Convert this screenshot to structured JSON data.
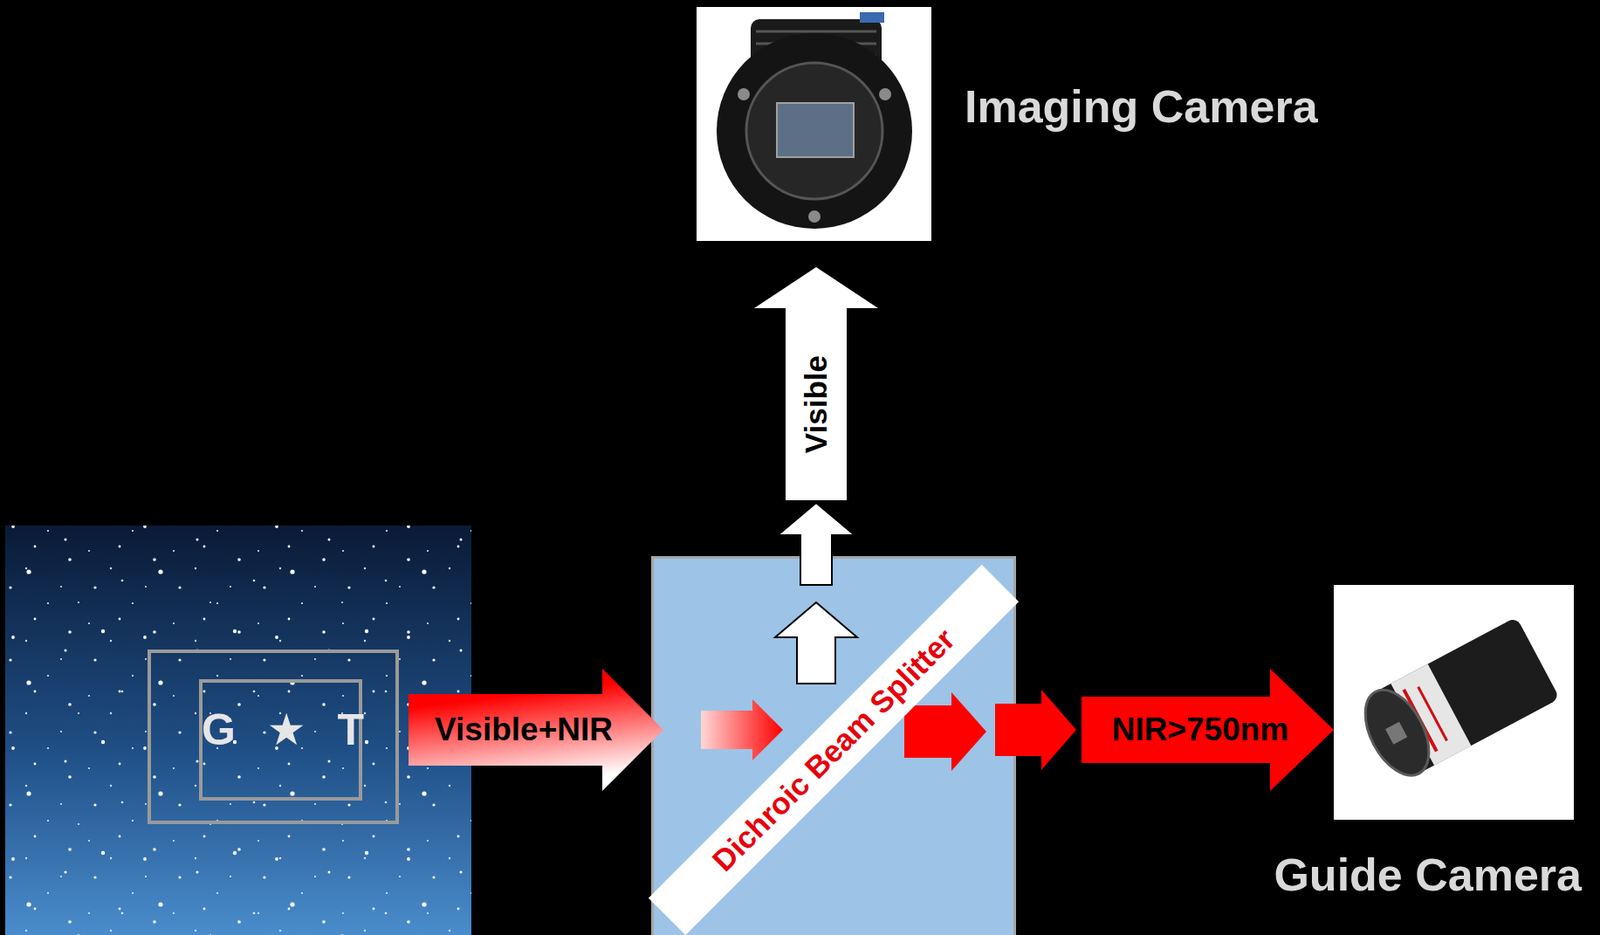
{
  "diagram": {
    "nodes": [
      {
        "text": [
          "G ★ T"
        ]
      },
      {
        "text": [
          "Dichroic Beam Splitter"
        ]
      },
      {
        "text": [
          "Imaging Camera"
        ]
      },
      {
        "text": [
          "Guide Camera"
        ]
      }
    ],
    "edges": [
      {
        "from": 0,
        "to": 1,
        "arrow": "to",
        "label": "Visible+NIR"
      },
      {
        "from": 1,
        "to": 2,
        "arrow": "to",
        "label": "Visible"
      },
      {
        "from": 1,
        "to": 3,
        "arrow": "to",
        "label": "NIR>750nm"
      }
    ]
  }
}
